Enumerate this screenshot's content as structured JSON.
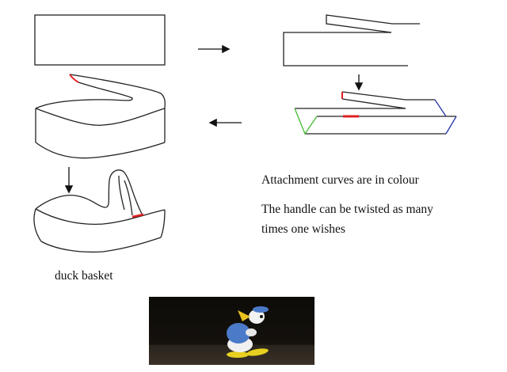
{
  "captions": {
    "attachment": "Attachment curves are in colour",
    "handle_line1": "The handle can be twisted as many",
    "handle_line2": "times one wishes",
    "duck_basket": "duck basket"
  },
  "colors": {
    "outline": "#222222",
    "attach_red": "#e02020",
    "attach_green": "#44bb33",
    "attach_blue": "#2233aa"
  },
  "image": {
    "subject": "duck-cartoon-still"
  }
}
